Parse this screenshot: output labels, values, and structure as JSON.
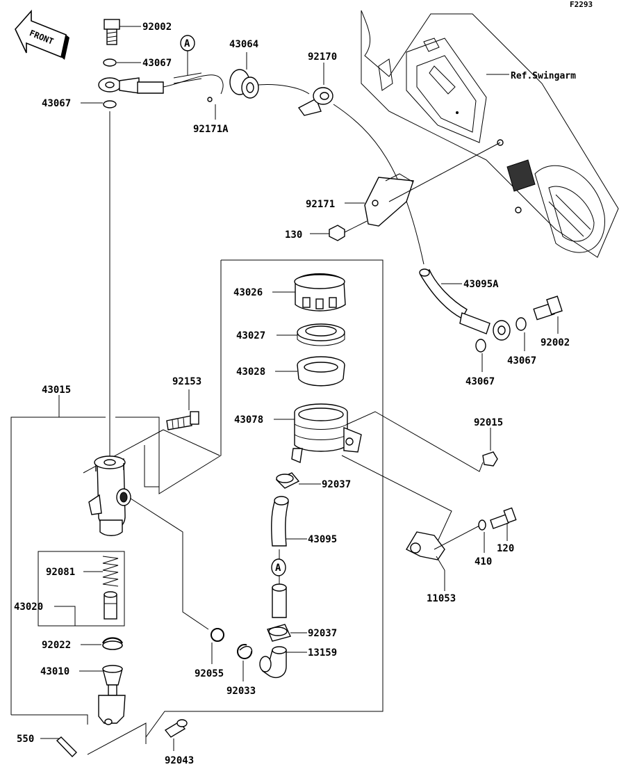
{
  "figure_code": "F2293",
  "front_marker": "FRONT",
  "reference": "Ref.Swingarm",
  "marker_a": "A",
  "labels": {
    "p92002_top": "92002",
    "p43067_top": "43067",
    "p43067_left": "43067",
    "p43064": "43064",
    "p92171A": "92171A",
    "p92170": "92170",
    "p92171": "92171",
    "p130": "130",
    "p43095A": "43095A",
    "p92002_right": "92002",
    "p43067_right1": "43067",
    "p43067_right2": "43067",
    "p43026": "43026",
    "p43027": "43027",
    "p43028": "43028",
    "p43078": "43078",
    "p92015": "92015",
    "p92037_top": "92037",
    "p43095": "43095",
    "p92037_bot": "92037",
    "p13159": "13159",
    "p92033": "92033",
    "p92055": "92055",
    "p43015": "43015",
    "p92153": "92153",
    "p92081": "92081",
    "p43020": "43020",
    "p92022": "92022",
    "p43010": "43010",
    "p550": "550",
    "p92043": "92043",
    "p410": "410",
    "p120": "120",
    "p11053": "11053"
  }
}
